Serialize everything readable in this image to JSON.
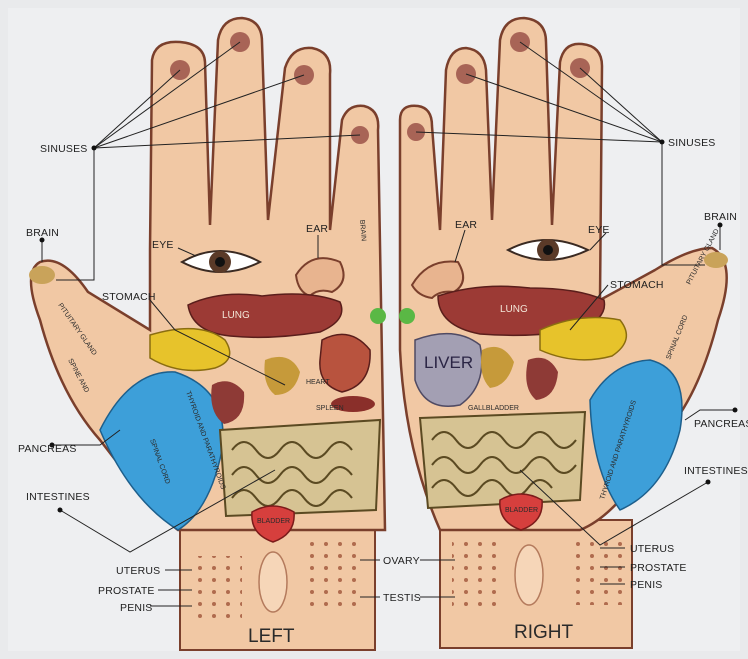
{
  "labels": {
    "sinuses_left": "SINUSES",
    "sinuses_right": "SINUSES",
    "brain_left": "BRAIN",
    "brain_right": "BRAIN",
    "eye_left": "EYE",
    "eye_right": "EYE",
    "ear_left": "EAR",
    "ear_right": "EAR",
    "stomach_left": "STOMACH",
    "stomach_right": "STOMACH",
    "pancreas_left": "PANCREAS",
    "pancreas_right": "PANCREAS",
    "intestines_left": "INTESTINES",
    "intestines_right": "INTESTINES",
    "uterus_left": "UTERUS",
    "uterus_right": "UTERUS",
    "prostate_left": "PROSTATE",
    "prostate_right": "PROSTATE",
    "penis_left": "PENIS",
    "penis_right": "PENIS",
    "ovary": "OVARY",
    "testis": "TESTIS",
    "heart": "HEART",
    "spleen": "SPLEEN",
    "bladder_left": "BLADDER",
    "bladder_right": "BLADDER",
    "lung_left": "LUNG",
    "lung_right": "LUNG",
    "liver": "LIVER",
    "gallbladder": "GALLBLADDER",
    "pituitary_left": "PITUITARY GLAND",
    "pituitary_right": "PITUITARY GLAND",
    "spine_left": "SPINE AND",
    "spinal_cord_left": "SPINAL CORD",
    "spinal_cord_right": "SPINAL CORD",
    "thyroid_left": "THYROID AND PARATHYROIDS",
    "thyroid_right": "THYROID AND PARATHYROIDS",
    "left_title": "LEFT",
    "right_title": "RIGHT"
  },
  "colors": {
    "background": "#e9eaec",
    "skin": "#f1c8a4",
    "skin_dark": "#e2a57f",
    "outline": "#7a3f2c",
    "lung": "#9c3a35",
    "liver": "#a39fb3",
    "pancreas_zone": "#3d9fd9",
    "stomach": "#e7c32b",
    "intestines": "#d6c393",
    "bladder": "#d63f3d",
    "ear_point": "#5ab845"
  }
}
